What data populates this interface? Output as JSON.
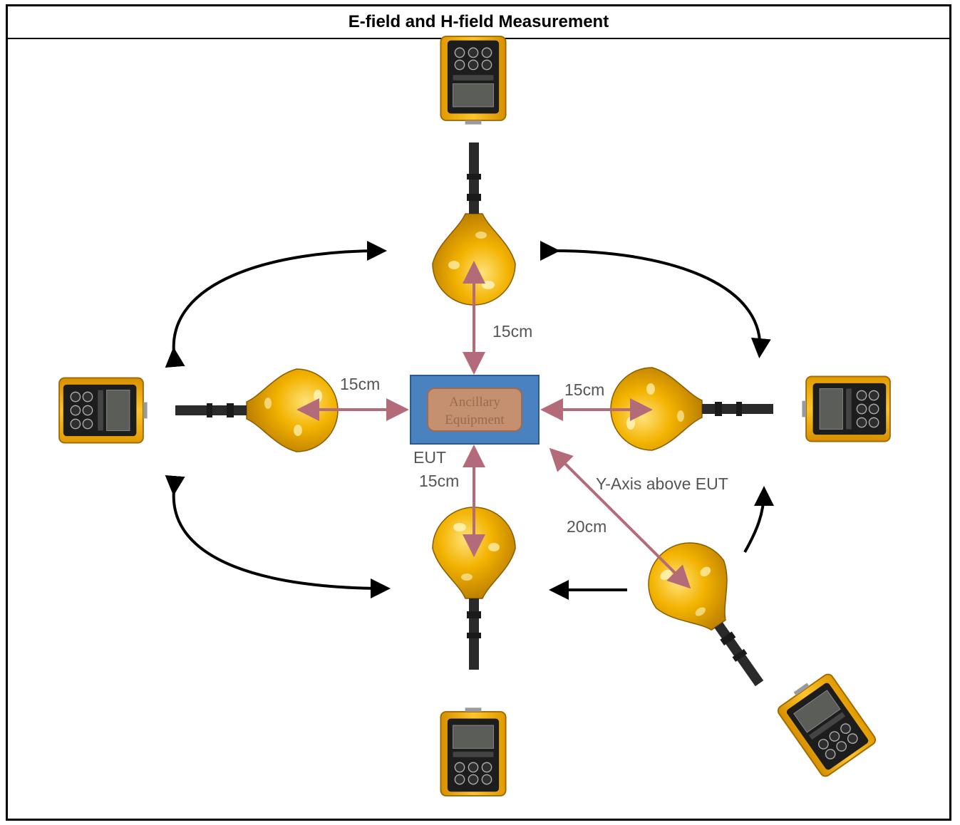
{
  "title": "E-field and H-field Measurement",
  "eut": {
    "inner_label_line1": "Ancillary",
    "inner_label_line2": "Equipment",
    "label": "EUT"
  },
  "distances": {
    "top": "15cm",
    "left": "15cm",
    "right": "15cm",
    "bottom": "15cm",
    "diagonal": "20cm"
  },
  "y_axis_label": "Y-Axis above EUT",
  "colors": {
    "probe_yellow": "#f2b400",
    "meter_body": "#f4b21a",
    "distance_arrow": "#b36a79",
    "eut_box": "#4a82c0",
    "eut_inner": "#c49070",
    "rotation_arrow": "#000000"
  },
  "icons": {
    "probe": "isotropic-field-probe-icon",
    "meter": "field-meter-icon"
  }
}
